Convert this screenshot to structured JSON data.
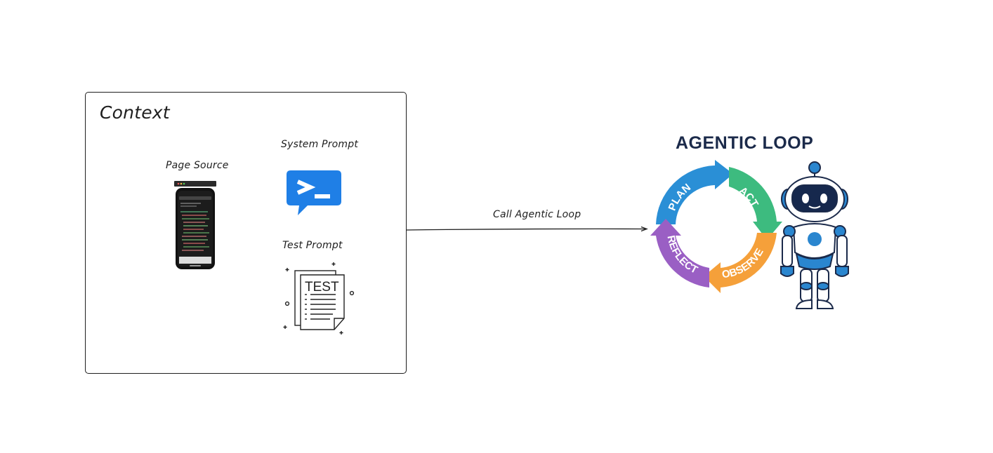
{
  "context": {
    "title": "Context",
    "items": [
      {
        "label": "Page Source",
        "icon": "phone-screenshot-icon"
      },
      {
        "label": "System Prompt",
        "icon": "terminal-chat-icon"
      },
      {
        "label": "Test Prompt",
        "icon": "test-document-icon",
        "doc_text": "TEST"
      }
    ]
  },
  "connector": {
    "label": "Call Agentic Loop"
  },
  "agentic_loop": {
    "title": "AGENTIC LOOP",
    "stages": [
      {
        "label": "PLAN",
        "color": "#2a8fd6"
      },
      {
        "label": "ACT",
        "color": "#3dbb7f"
      },
      {
        "label": "OBSERVE",
        "color": "#f5a03a"
      },
      {
        "label": "REFLECT",
        "color": "#9a5fc4"
      }
    ],
    "mascot": "robot-icon"
  },
  "colors": {
    "accent_blue": "#1f7fe6",
    "title_navy": "#1b2a4a",
    "robot_blue": "#2a86cf"
  }
}
